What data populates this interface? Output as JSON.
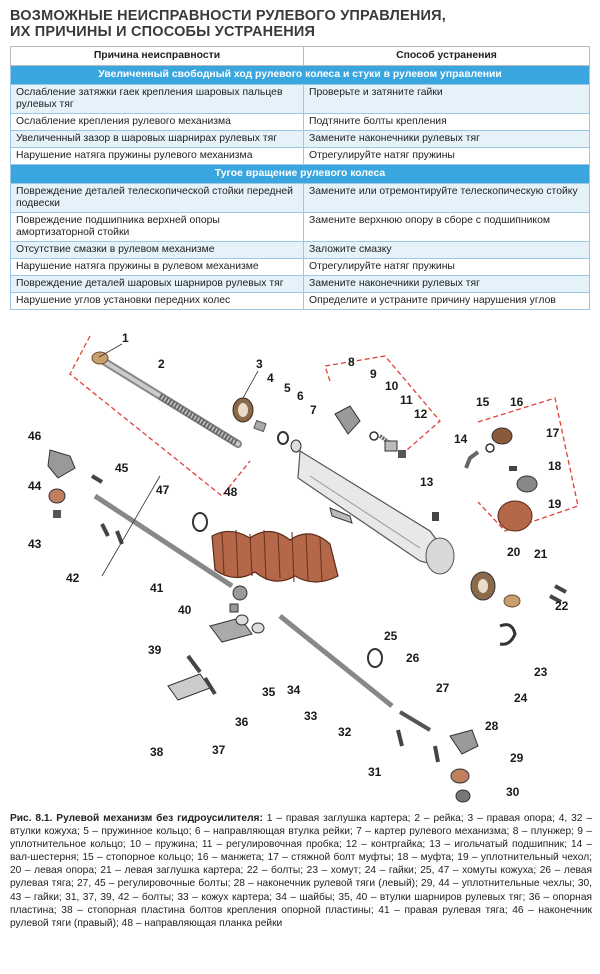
{
  "title_line1": "ВОЗМОЖНЫЕ НЕИСПРАВНОСТИ РУЛЕВОГО УПРАВЛЕНИЯ,",
  "title_line2": "ИХ ПРИЧИНЫ И СПОСОБЫ УСТРАНЕНИЯ",
  "table": {
    "col1": "Причина неисправности",
    "col2": "Способ устранения",
    "sections": [
      {
        "heading": "Увеличенный свободный ход рулевого колеса и стуки в рулевом управлении",
        "rows": [
          [
            "Ослабление затяжки гаек крепления шаровых пальцев рулевых тяг",
            "Проверьте и затяните гайки"
          ],
          [
            "Ослабление крепления рулевого механизма",
            "Подтяните болты крепления"
          ],
          [
            "Увеличенный зазор в шаровых шарнирах рулевых тяг",
            "Замените наконечники рулевых тяг"
          ],
          [
            "Нарушение натяга пружины рулевого механизма",
            "Отрегулируйте натяг пружины"
          ]
        ]
      },
      {
        "heading": "Тугое вращение рулевого колеса",
        "rows": [
          [
            "Повреждение деталей телескопической стойки передней подвески",
            "Замените или отремонтируйте телескопическую стойку"
          ],
          [
            "Повреждение подшипника верхней опоры амортизаторной стойки",
            "Замените верхнюю опору в сборе с подшипником"
          ],
          [
            "Отсутствие смазки в рулевом механизме",
            "Заложите смазку"
          ],
          [
            "Нарушение натяга пружины в рулевом механизме",
            "Отрегулируйте натяг пружины"
          ],
          [
            "Повреждение деталей шаровых шарниров рулевых тяг",
            "Замените наконечники рулевых тяг"
          ],
          [
            "Нарушение углов установки передних колес",
            "Определите и устраните причину нарушения углов"
          ]
        ]
      }
    ]
  },
  "figure_numbers": [
    "1",
    "2",
    "3",
    "4",
    "5",
    "6",
    "7",
    "8",
    "9",
    "10",
    "11",
    "12",
    "13",
    "14",
    "15",
    "16",
    "17",
    "18",
    "19",
    "20",
    "21",
    "22",
    "23",
    "24",
    "25",
    "26",
    "27",
    "28",
    "29",
    "30",
    "31",
    "32",
    "33",
    "34",
    "35",
    "36",
    "37",
    "38",
    "39",
    "40",
    "41",
    "42",
    "43",
    "44",
    "45",
    "46",
    "47",
    "48"
  ],
  "caption": {
    "label": "Рис. 8.1. Рулевой механизм без гидроусилителя:",
    "text": " 1 – правая заглушка картера; 2 – рейка; 3 – правая опора; 4, 32 – втулки кожуха; 5 – пружинное кольцо; 6 – направляющая втулка рейки; 7 – картер рулевого механизма; 8 – плунжер; 9 – уплотнительное кольцо; 10 – пружина; 11 – регулировочная пробка; 12 – контргайка; 13 – игольчатый подшипник; 14 – вал-шестерня; 15 – стопорное кольцо; 16 – манжета; 17 – стяжной болт муфты; 18 – муфта; 19 – уплотнительный чехол; 20 – левая опора; 21 – левая заглушка картера; 22 – болты; 23 – хомут; 24 – гайки; 25, 47 – хомуты кожуха; 26 – левая рулевая тяга; 27, 45 – регулировочные болты; 28 – наконечник рулевой тяги (левый); 29, 44 – уплотнительные чехлы; 30, 43 – гайки; 31, 37, 39, 42 – болты; 33 – кожух картера; 34 – шайбы; 35, 40 – втулки шарниров рулевых тяг; 36 – опорная пластина; 38 – стопорная пластина болтов крепления опорной пластины; 41 – правая рулевая тяга; 46 – наконечник рулевой тяги (правый); 48 – направляющая планка рейки"
  },
  "colors": {
    "section_header_bg": "#3aa6df",
    "row_alt_bg": "#e6f2fa",
    "boot_color": "#b5674a",
    "dashed_outline": "#e0403a"
  }
}
